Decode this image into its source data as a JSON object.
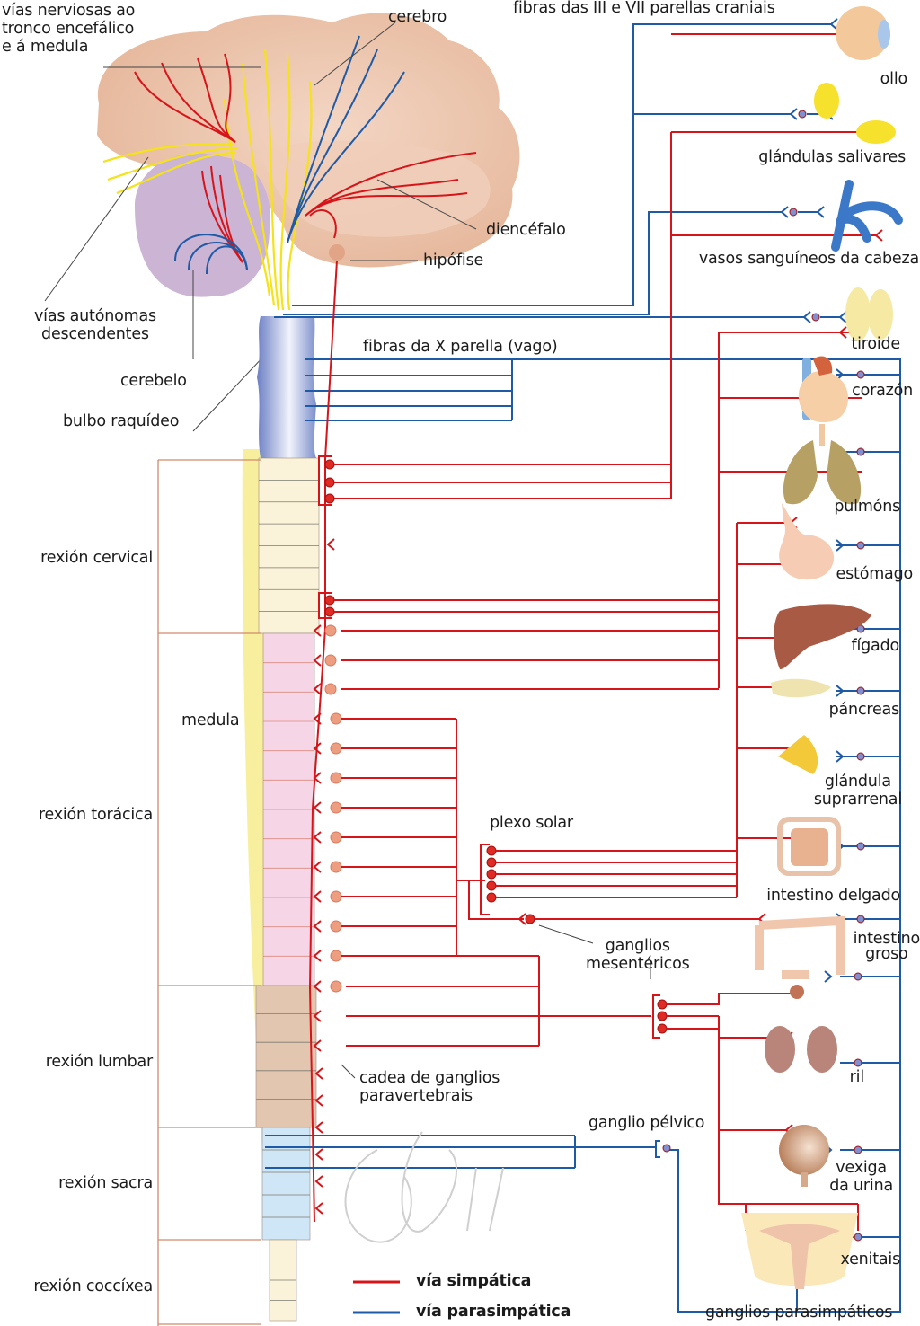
{
  "title": "Sistema nervioso autónomo",
  "colors": {
    "sympathetic": "#d7141a",
    "parasympathetic": "#1f5aa6",
    "sensory": "#f4e21a",
    "brain": "#ecc2a8",
    "cerebellum": "#c8b0d3",
    "medulla_oblongata": "#8a9bd2",
    "cord_cervical": "#fbf3d9",
    "cord_thoracic": "#f5d5e6",
    "cord_lumbar": "#e3c6b0",
    "cord_sacral": "#cfe6f7",
    "cord_coccygeal": "#fbf3d9",
    "spine_outline": "#f7ef9e",
    "region_bracket": "#d08a6c",
    "ganglion_chain": "#ee9e80",
    "ganglion_red": "#e02a24",
    "ganglion_blue": "#7f8fcf"
  },
  "brain_labels": {
    "pathways_to_brainstem": "vías nerviosas ao\ntronco encefálico\ne á medula",
    "cerebrum": "cerebro",
    "diencephalon": "diencéfalo",
    "pituitary": "hipófise",
    "descending_autonomic": "vías autónomas\ndescendentes",
    "cerebellum": "cerebelo",
    "medulla_oblongata": "bulbo raquídeo"
  },
  "nerve_labels": {
    "cranial_nerves": "fibras das III e VII parellas craniais",
    "vagus": "fibras da X parella (vago)",
    "solar_plexus": "plexo solar",
    "mesenteric_ganglia": "ganglios\nmesentéricos",
    "paravertebral_chain": "cadea de ganglios\nparavertebrais",
    "pelvic_ganglion": "ganglio pélvico",
    "parasympathetic_ganglia": "ganglios parasimpáticos"
  },
  "spinal_regions": [
    {
      "key": "cervical",
      "label": "rexión cervical"
    },
    {
      "key": "thoracic",
      "label": "rexión torácica"
    },
    {
      "key": "lumbar",
      "label": "rexión lumbar"
    },
    {
      "key": "sacral",
      "label": "rexión sacra"
    },
    {
      "key": "coccygeal",
      "label": "rexión coccíxea"
    }
  ],
  "spinal_cord_label": "medula",
  "organs": [
    {
      "key": "eye",
      "label": "ollo",
      "sympathetic": true,
      "parasympathetic": true
    },
    {
      "key": "salivary",
      "label": "glándulas salivares",
      "sympathetic": true,
      "parasympathetic": true
    },
    {
      "key": "head_vessels",
      "label": "vasos sanguíneos da cabeza",
      "sympathetic": true,
      "parasympathetic": true
    },
    {
      "key": "thyroid",
      "label": "tiroide",
      "sympathetic": true,
      "parasympathetic": true
    },
    {
      "key": "heart",
      "label": "corazón",
      "sympathetic": true,
      "parasympathetic": true
    },
    {
      "key": "lungs",
      "label": "pulmóns",
      "sympathetic": true,
      "parasympathetic": true
    },
    {
      "key": "stomach",
      "label": "estómago",
      "sympathetic": true,
      "parasympathetic": true
    },
    {
      "key": "liver",
      "label": "fígado",
      "sympathetic": true,
      "parasympathetic": true
    },
    {
      "key": "pancreas",
      "label": "páncreas",
      "sympathetic": true,
      "parasympathetic": true
    },
    {
      "key": "adrenal",
      "label": "glándula\nsuprarrenal",
      "sympathetic": true,
      "parasympathetic": true
    },
    {
      "key": "small_intestine",
      "label": "intestino delgado",
      "sympathetic": true,
      "parasympathetic": true
    },
    {
      "key": "large_intestine",
      "label": "intestino\ngroso",
      "sympathetic": true,
      "parasympathetic": true
    },
    {
      "key": "kidney",
      "label": "ril",
      "sympathetic": true,
      "parasympathetic": true
    },
    {
      "key": "bladder",
      "label": "vexiga\nda urina",
      "sympathetic": true,
      "parasympathetic": true
    },
    {
      "key": "genitals",
      "label": "xenitais",
      "sympathetic": true,
      "parasympathetic": true
    }
  ],
  "legend": [
    {
      "key": "sympathetic",
      "label": "vía simpática"
    },
    {
      "key": "parasympathetic",
      "label": "vía parasimpática"
    }
  ],
  "ganglion_counts": {
    "cervical_upper": 3,
    "cervical_lower": 2,
    "paravertebral_chain": 13,
    "solar_plexus": 5,
    "mesenteric": 3,
    "vagus_fibers": 5
  }
}
